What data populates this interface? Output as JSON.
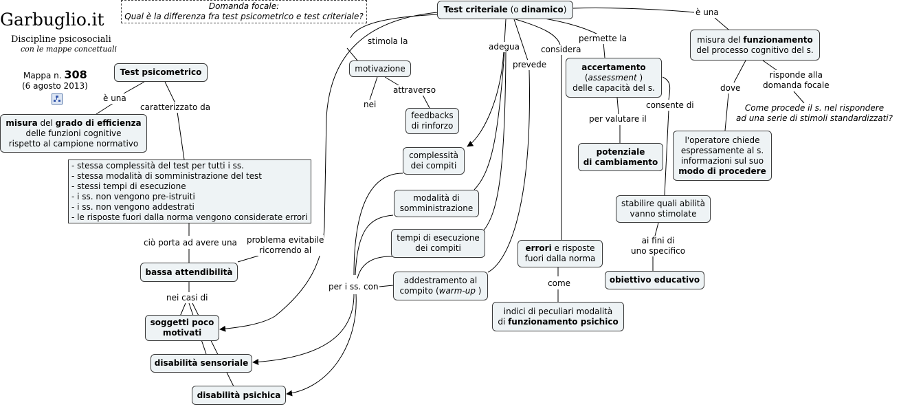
{
  "header": {
    "site": "Garbuglio.it",
    "subtitle": "Discipline psicosociali",
    "subtitle2": "con le mappe concettuali",
    "map_prefix": "Mappa n.",
    "map_number": "308",
    "map_date": "(6 agosto 2013)"
  },
  "focal_question": {
    "line1": "Domanda focale:",
    "line2": "Qual è la differenza fra test psicometrico e test criteriale?"
  },
  "nodes": {
    "test_criteriale": {
      "a": "Test criteriale",
      "b": " (o ",
      "c": "dinamico",
      "d": ")"
    },
    "test_psicometrico": "Test psicometrico",
    "misura_grado": {
      "l1a": "misura",
      "l1b": " del ",
      "l1c": "grado di efficienza",
      "l2": "delle funzioni cognitive",
      "l3": "rispetto al campione normativo"
    },
    "lista": [
      "- stessa complessità del test per tutti i ss.",
      "- stessa modalità di somministrazione del test",
      "- stessi tempi di esecuzione",
      "- i ss. non vengono pre-istruiti",
      "- i ss. non vengono addestrati",
      "- le risposte fuori dalla norma vengono considerate errori"
    ],
    "bassa_attendibilita": "bassa attendibilità",
    "soggetti_poco_motivati": {
      "l1": "soggetti poco",
      "l2": "motivati"
    },
    "disabilita_sensoriale": "disabilità sensoriale",
    "disabilita_psichica": "disabilità psichica",
    "motivazione": "motivazione",
    "feedbacks": {
      "l1": "feedbacks",
      "l2": "di rinforzo"
    },
    "complessita": {
      "l1": "complessità",
      "l2": "dei compiti"
    },
    "modalita": {
      "l1": "modalità di",
      "l2": "somministrazione"
    },
    "tempi": {
      "l1": "tempi di esecuzione",
      "l2": "dei compiti"
    },
    "addestramento": {
      "l1": "addestramento al",
      "l2a": "compito (",
      "l2b": "warm-up",
      "l2c": " )"
    },
    "errori": {
      "a": "errori",
      "b": " e risposte",
      "l2": "fuori dalla norma"
    },
    "indici": {
      "l1": "indici di peculiari modalità",
      "l2a": "di ",
      "l2b": "funzionamento psichico"
    },
    "accertamento": {
      "l1": "accertamento",
      "l2a": "(",
      "l2b": "assessment",
      "l2c": " )",
      "l3": "delle capacità del s."
    },
    "potenziale": {
      "l1": "potenziale",
      "l2": "di cambiamento"
    },
    "stabilire": {
      "l1": "stabilire quali abilità",
      "l2": "vanno stimolate"
    },
    "obiettivo": "obiettivo educativo",
    "misura_funz": {
      "l1a": "misura del ",
      "l1b": "funzionamento",
      "l2": "del processo cognitivo del s."
    },
    "operatore": {
      "l1": "l'operatore chiede",
      "l2": "espressamente al s.",
      "l3": "informazioni sul suo",
      "l4": "modo di procedere"
    },
    "come_procede": {
      "l1": "Come procede il s. nel rispondere",
      "l2": "ad una serie di stimoli standardizzati?"
    }
  },
  "links": {
    "e_una_1": "è una",
    "caratterizzato_da": "caratterizzato da",
    "cio_porta": "ciò porta ad avere una",
    "problema_evitabile": {
      "l1": "problema evitabile",
      "l2": "ricorrendo al"
    },
    "nei_casi_di": "nei casi di",
    "stimola_la": "stimola la",
    "attraverso": "attraverso",
    "nei": "nei",
    "adegua": "adegua",
    "prevede": "prevede",
    "considera": "considera",
    "per_i_ss_con": "per i ss. con",
    "come": "come",
    "permette_la": "permette la",
    "per_valutare_il": "per valutare il",
    "consente_di": "consente di",
    "ai_fini_di": {
      "l1": "ai fini di",
      "l2": "uno specifico"
    },
    "e_una_2": "è una",
    "dove": "dove",
    "risponde_alla": {
      "l1": "risponde alla",
      "l2": "domanda focale"
    }
  }
}
